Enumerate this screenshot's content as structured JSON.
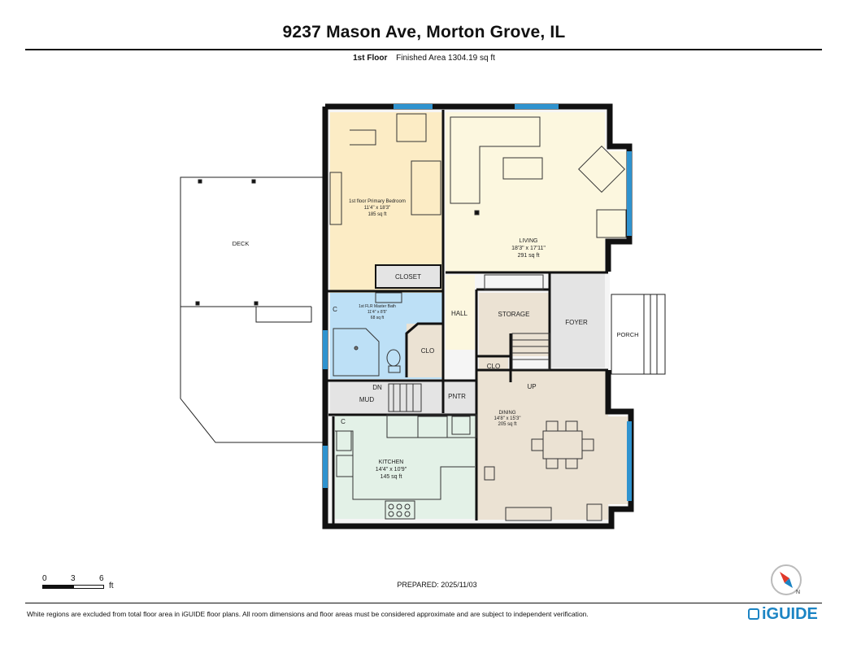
{
  "header": {
    "address": "9237 Mason Ave, Morton Grove, IL",
    "floor_name": "1st Floor",
    "finished_area": "Finished Area 1304.19 sq ft"
  },
  "rooms": {
    "bedroom": {
      "name": "1st floor Primary Bedroom",
      "dims": "11'4\" x 18'3\"",
      "area": "185 sq ft"
    },
    "living": {
      "name": "LIVING",
      "dims": "18'3\" x 17'11\"",
      "area": "291 sq ft"
    },
    "bath": {
      "name": "1st FLR Master Bath",
      "dims": "11'4\" x 8'5\"",
      "area": "68 sq ft"
    },
    "kitchen": {
      "name": "KITCHEN",
      "dims": "14'4\" x 10'9\"",
      "area": "145 sq ft"
    },
    "dining": {
      "name": "DINING",
      "dims": "14'8\" x 15'3\"",
      "area": "205 sq ft"
    },
    "closet": "CLOSET",
    "hall": "HALL",
    "storage": "STORAGE",
    "foyer": "FOYER",
    "porch": "PORCH",
    "deck": "DECK",
    "clo1": "CLO",
    "clo2": "CLO",
    "c1": "C",
    "c2": "C",
    "mud": "MUD",
    "dn": "DN",
    "up": "UP",
    "pntr": "PNTR"
  },
  "scale_bar": {
    "t0": "0",
    "t3": "3",
    "t6": "6",
    "unit": "ft"
  },
  "compass": {
    "label": "N"
  },
  "footer": {
    "prepared": "PREPARED: 2025/11/03",
    "disclaimer": "White regions are excluded from total floor area in iGUIDE floor plans. All room dimensions and floor areas must be considered approximate and are subject to independent verification.",
    "brand": "iGUIDE"
  },
  "colors": {
    "bedroom": "#fcecc5",
    "living": "#fcf7df",
    "bath": "#bde0f6",
    "kitchen": "#e3f1e7",
    "dining": "#ebe2d3",
    "grey": "#e4e4e4",
    "wall": "#111111",
    "window": "#2f93cf",
    "brand": "#1b84c4"
  }
}
